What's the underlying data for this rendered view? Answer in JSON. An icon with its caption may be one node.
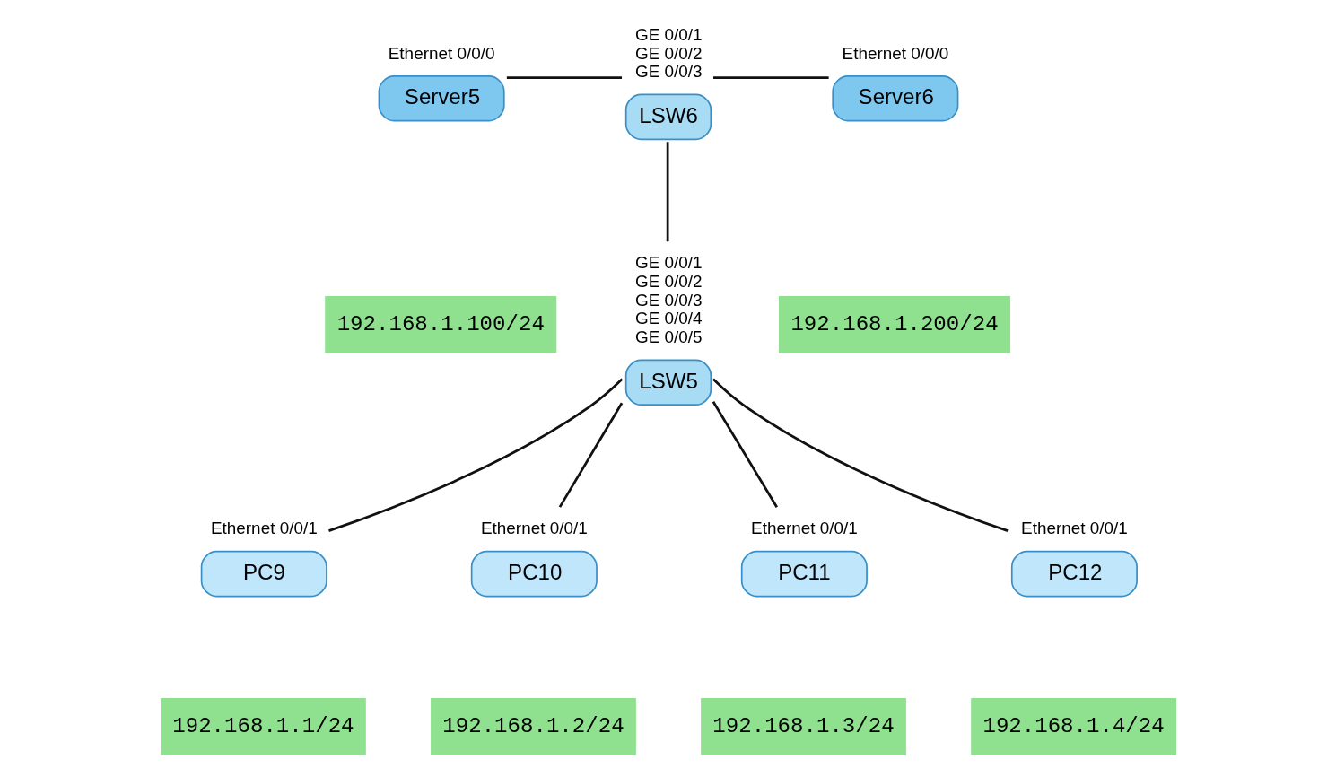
{
  "diagram": {
    "nodes": [
      {
        "text": [
          "Server5"
        ],
        "beside": [
          "Ethernet 0/0/0"
        ]
      },
      {
        "text": [
          "192.168.1.100/24"
        ]
      },
      {
        "text": [
          "LSW6"
        ],
        "beside": [
          "GE 0/0/1",
          "GE 0/0/2",
          "GE 0/0/3"
        ]
      },
      {
        "text": [
          "Server6"
        ],
        "beside": [
          "Ethernet 0/0/0"
        ]
      },
      {
        "text": [
          "192.168.1.200/24"
        ]
      },
      {
        "text": [
          "LSW5"
        ],
        "beside": [
          "GE 0/0/1",
          "GE 0/0/2",
          "GE 0/0/3",
          "GE 0/0/4",
          "GE 0/0/5"
        ]
      },
      {
        "text": [
          "PC9"
        ],
        "beside": [
          "Ethernet 0/0/1"
        ]
      },
      {
        "text": [
          "192.168.1.1/24"
        ]
      },
      {
        "text": [
          "PC10"
        ],
        "beside": [
          "Ethernet 0/0/1"
        ]
      },
      {
        "text": [
          "192.168.1.2/24"
        ]
      },
      {
        "text": [
          "PC11"
        ],
        "beside": [
          "Ethernet 0/0/1"
        ]
      },
      {
        "text": [
          "192.168.1.3/24"
        ]
      },
      {
        "text": [
          "PC12"
        ],
        "beside": [
          "Ethernet 0/0/1"
        ]
      },
      {
        "text": [
          "192.168.1.4/24"
        ]
      }
    ],
    "edges": [
      {
        "from": 0,
        "to": 2,
        "arrow": "none"
      },
      {
        "from": 2,
        "to": 3,
        "arrow": "none"
      },
      {
        "from": 2,
        "to": 5,
        "arrow": "none"
      },
      {
        "from": 5,
        "to": 6,
        "arrow": "none"
      },
      {
        "from": 5,
        "to": 8,
        "arrow": "none"
      },
      {
        "from": 5,
        "to": 10,
        "arrow": "none"
      },
      {
        "from": 5,
        "to": 12,
        "arrow": "none"
      }
    ]
  }
}
